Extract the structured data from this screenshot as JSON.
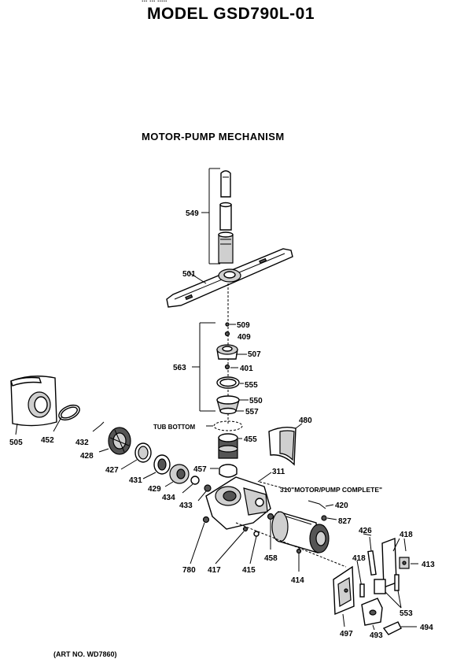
{
  "header": {
    "top_fragment": "... ... .....",
    "model_title": "MODEL GSD790L-01",
    "section_title": "MOTOR-PUMP MECHANISM"
  },
  "footer": {
    "art_no": "(ART NO. WD7860)"
  },
  "callouts": {
    "c549": "549",
    "c501": "501",
    "c509": "509",
    "c409": "409",
    "c507": "507",
    "c563": "563",
    "c401": "401",
    "c555": "555",
    "c550": "550",
    "c557": "557",
    "c480": "480",
    "tub_bottom": "TUB BOTTOM",
    "c455": "455",
    "c505": "505",
    "c452": "452",
    "c432": "432",
    "c428": "428",
    "c427": "427",
    "c431": "431",
    "c429": "429",
    "c434": "434",
    "c457": "457",
    "c433": "433",
    "c311": "311",
    "c310": "310\"MOTOR/PUMP COMPLETE\"",
    "c420": "420",
    "c827": "827",
    "c426": "426",
    "c418a": "418",
    "c418b": "418",
    "c413": "413",
    "c553": "553",
    "c494": "494",
    "c493": "493",
    "c497": "497",
    "c414": "414",
    "c458": "458",
    "c415": "415",
    "c417": "417",
    "c780": "780"
  }
}
